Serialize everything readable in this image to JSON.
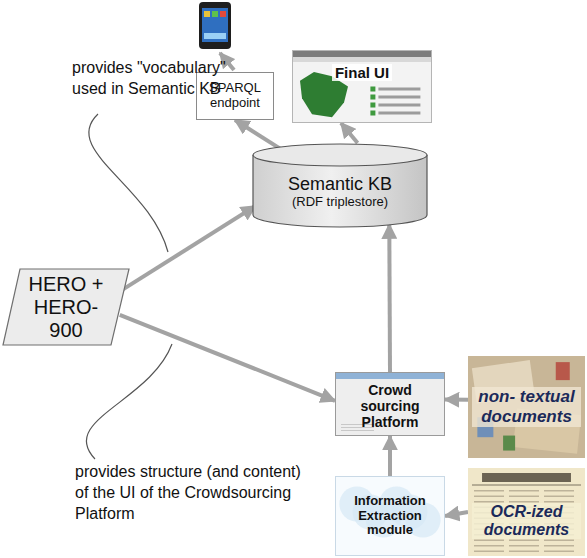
{
  "diagram": {
    "nodes": [
      {
        "text": [
          "SPARQL endpoint"
        ]
      },
      {
        "text": [
          "Final UI"
        ]
      },
      {
        "text": [
          "Semantic KB",
          "(RDF triplestore)"
        ]
      },
      {
        "text": [
          "HERO + HERO-900"
        ]
      },
      {
        "text": [
          "Crowd sourcing Platform"
        ]
      },
      {
        "text": [
          "non- textual documents"
        ]
      },
      {
        "text": [
          "Information Extraction module"
        ]
      },
      {
        "text": [
          "OCR-ized documents"
        ]
      }
    ],
    "edges": [
      {
        "from": 2,
        "to": 0,
        "arrow": "to"
      },
      {
        "from": 2,
        "to": 1,
        "arrow": "to"
      },
      {
        "from": 3,
        "to": 2,
        "arrow": "to"
      },
      {
        "from": 3,
        "to": 4,
        "arrow": "to"
      },
      {
        "from": 4,
        "to": 2,
        "arrow": "to"
      },
      {
        "from": 5,
        "to": 4,
        "arrow": "to"
      },
      {
        "from": 6,
        "to": 4,
        "arrow": "to"
      },
      {
        "from": 7,
        "to": 6,
        "arrow": "to"
      }
    ],
    "labels": [
      "provides \"vocabulary\" used in Semantic KB",
      "provides structure (and content) of the UI of the Crowdsourcing Platform"
    ]
  }
}
